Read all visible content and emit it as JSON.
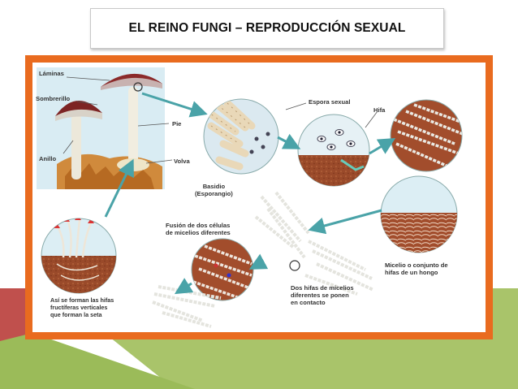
{
  "slide": {
    "title": "EL REINO FUNGI – REPRODUCCIÓN SEXUAL"
  },
  "labels": {
    "laminas": "Láminas",
    "sombrerillo": "Sombrerillo",
    "pie": "Pie",
    "anillo": "Anillo",
    "volva": "Volva",
    "espora_sexual": "Espora sexual",
    "hifa": "Hifa",
    "basidio_1": "Basidio",
    "basidio_2": "(Esporangio)",
    "fusion_1": "Fusión de dos células",
    "fusion_2": "de micelios diferentes",
    "micelio_1": "Micelio o conjunto de",
    "micelio_2": "hifas de un  hongo",
    "dos_hifas_1": "Dos hifas de micelios",
    "dos_hifas_2": "diferentes se ponen",
    "dos_hifas_3": "en contacto",
    "asi_1": "Así se forman las hifas",
    "asi_2": "fructíferas verticales",
    "asi_3": "que forman la seta"
  },
  "colors": {
    "frame_orange": "#e96b1f",
    "corner_red": "#c0504d",
    "corner_green": "#9bbb59",
    "soil_brown": "#9a4a2a",
    "sky_blue": "#cfe6ee",
    "arrow_teal": "#4aa3a8",
    "mushroom_cap": "#8b2a2a"
  }
}
